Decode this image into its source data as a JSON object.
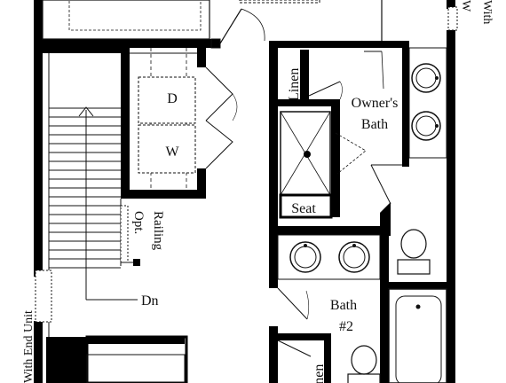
{
  "labels": {
    "linen_owners": "Linen",
    "owners_bath_line1": "Owner's",
    "owners_bath_line2": "Bath",
    "dryer": "D",
    "washer": "W",
    "seat": "Seat",
    "opt_railing_line1": "Opt.",
    "opt_railing_line2": "Railing",
    "down": "Dn",
    "bath2_line1": "Bath",
    "bath2_line2": "#2",
    "with_end_unit": "With End Unit",
    "linen_bath2": "Linen",
    "corner_w": "W",
    "corner_with": "With"
  },
  "colors": {
    "wall": "#000000",
    "line": "#111111",
    "background": "#ffffff"
  }
}
